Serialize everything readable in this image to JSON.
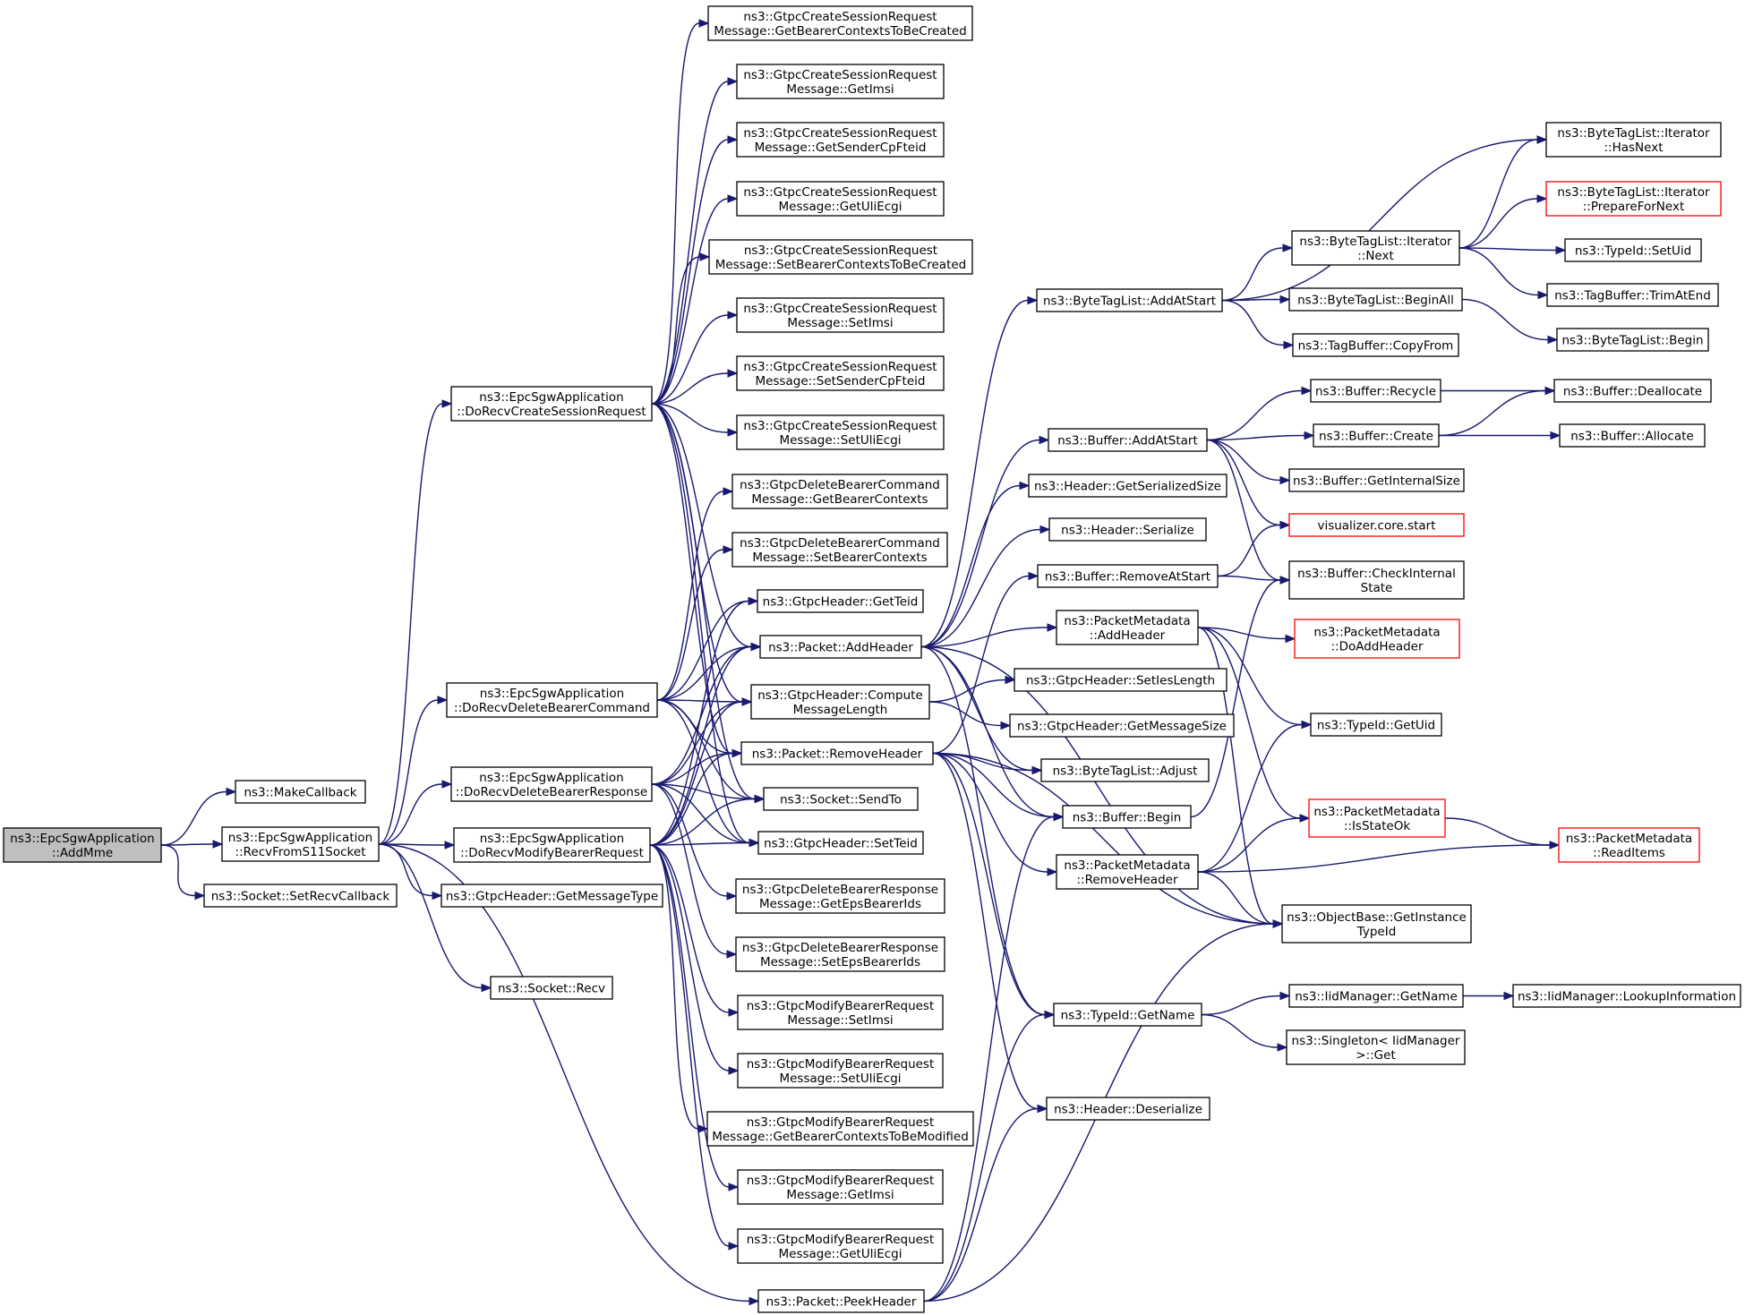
{
  "colors": {
    "edge": "#191970",
    "root_fill": "#bfbfbf",
    "truncated_border": "#ff0000"
  },
  "nodes": [
    {
      "id": "addmme",
      "lines": [
        "ns3::EpcSgwApplication",
        "::AddMme"
      ],
      "style": "root"
    },
    {
      "id": "makecallback",
      "lines": [
        "ns3::MakeCallback"
      ]
    },
    {
      "id": "recvfroms11",
      "lines": [
        "ns3::EpcSgwApplication",
        "::RecvFromS11Socket"
      ]
    },
    {
      "id": "setrecvcallback",
      "lines": [
        "ns3::Socket::SetRecvCallback"
      ]
    },
    {
      "id": "docreatesession",
      "lines": [
        "ns3::EpcSgwApplication",
        "::DoRecvCreateSessionRequest"
      ]
    },
    {
      "id": "dodeletecmd",
      "lines": [
        "ns3::EpcSgwApplication",
        "::DoRecvDeleteBearerCommand"
      ]
    },
    {
      "id": "dodeleteresp",
      "lines": [
        "ns3::EpcSgwApplication",
        "::DoRecvDeleteBearerResponse"
      ]
    },
    {
      "id": "domodify",
      "lines": [
        "ns3::EpcSgwApplication",
        "::DoRecvModifyBearerRequest"
      ]
    },
    {
      "id": "getmsgtype",
      "lines": [
        "ns3::GtpcHeader::GetMessageType"
      ]
    },
    {
      "id": "socketrecv",
      "lines": [
        "ns3::Socket::Recv"
      ]
    },
    {
      "id": "csr_getbctbc",
      "lines": [
        "ns3::GtpcCreateSessionRequest",
        "Message::GetBearerContextsToBeCreated"
      ]
    },
    {
      "id": "csr_getimsi",
      "lines": [
        "ns3::GtpcCreateSessionRequest",
        "Message::GetImsi"
      ]
    },
    {
      "id": "csr_getsender",
      "lines": [
        "ns3::GtpcCreateSessionRequest",
        "Message::GetSenderCpFteid"
      ]
    },
    {
      "id": "csr_getuli",
      "lines": [
        "ns3::GtpcCreateSessionRequest",
        "Message::GetUliEcgi"
      ]
    },
    {
      "id": "csr_setbctbc",
      "lines": [
        "ns3::GtpcCreateSessionRequest",
        "Message::SetBearerContextsToBeCreated"
      ]
    },
    {
      "id": "csr_setimsi",
      "lines": [
        "ns3::GtpcCreateSessionRequest",
        "Message::SetImsi"
      ]
    },
    {
      "id": "csr_setsender",
      "lines": [
        "ns3::GtpcCreateSessionRequest",
        "Message::SetSenderCpFteid"
      ]
    },
    {
      "id": "csr_setuli",
      "lines": [
        "ns3::GtpcCreateSessionRequest",
        "Message::SetUliEcgi"
      ]
    },
    {
      "id": "dbc_getbc",
      "lines": [
        "ns3::GtpcDeleteBearerCommand",
        "Message::GetBearerContexts"
      ]
    },
    {
      "id": "dbc_setbc",
      "lines": [
        "ns3::GtpcDeleteBearerCommand",
        "Message::SetBearerContexts"
      ]
    },
    {
      "id": "getteid",
      "lines": [
        "ns3::GtpcHeader::GetTeid"
      ]
    },
    {
      "id": "pkt_addheader",
      "lines": [
        "ns3::Packet::AddHeader"
      ]
    },
    {
      "id": "computemsglen",
      "lines": [
        "ns3::GtpcHeader::Compute",
        "MessageLength"
      ]
    },
    {
      "id": "pkt_removeheader",
      "lines": [
        "ns3::Packet::RemoveHeader"
      ]
    },
    {
      "id": "sendto",
      "lines": [
        "ns3::Socket::SendTo"
      ]
    },
    {
      "id": "setteid",
      "lines": [
        "ns3::GtpcHeader::SetTeid"
      ]
    },
    {
      "id": "dbr_getebi",
      "lines": [
        "ns3::GtpcDeleteBearerResponse",
        "Message::GetEpsBearerIds"
      ]
    },
    {
      "id": "dbr_setebi",
      "lines": [
        "ns3::GtpcDeleteBearerResponse",
        "Message::SetEpsBearerIds"
      ]
    },
    {
      "id": "mbr_setimsi",
      "lines": [
        "ns3::GtpcModifyBearerRequest",
        "Message::SetImsi"
      ]
    },
    {
      "id": "mbr_setuli",
      "lines": [
        "ns3::GtpcModifyBearerRequest",
        "Message::SetUliEcgi"
      ]
    },
    {
      "id": "mbr_getbctbm",
      "lines": [
        "ns3::GtpcModifyBearerRequest",
        "Message::GetBearerContextsToBeModified"
      ]
    },
    {
      "id": "mbr_getimsi",
      "lines": [
        "ns3::GtpcModifyBearerRequest",
        "Message::GetImsi"
      ]
    },
    {
      "id": "mbr_getuli",
      "lines": [
        "ns3::GtpcModifyBearerRequest",
        "Message::GetUliEcgi"
      ]
    },
    {
      "id": "pkt_peekheader",
      "lines": [
        "ns3::Packet::PeekHeader"
      ]
    },
    {
      "id": "btl_addatstart",
      "lines": [
        "ns3::ByteTagList::AddAtStart"
      ]
    },
    {
      "id": "buf_addatstart",
      "lines": [
        "ns3::Buffer::AddAtStart"
      ]
    },
    {
      "id": "hdr_getsersize",
      "lines": [
        "ns3::Header::GetSerializedSize"
      ]
    },
    {
      "id": "hdr_serialize",
      "lines": [
        "ns3::Header::Serialize"
      ]
    },
    {
      "id": "buf_removeatstart",
      "lines": [
        "ns3::Buffer::RemoveAtStart"
      ]
    },
    {
      "id": "pm_addheader",
      "lines": [
        "ns3::PacketMetadata",
        "::AddHeader"
      ]
    },
    {
      "id": "setieslength",
      "lines": [
        "ns3::GtpcHeader::SetIesLength"
      ]
    },
    {
      "id": "getmsgsize",
      "lines": [
        "ns3::GtpcHeader::GetMessageSize"
      ]
    },
    {
      "id": "btl_adjust",
      "lines": [
        "ns3::ByteTagList::Adjust"
      ]
    },
    {
      "id": "buf_begin",
      "lines": [
        "ns3::Buffer::Begin"
      ]
    },
    {
      "id": "pm_removeheader",
      "lines": [
        "ns3::PacketMetadata",
        "::RemoveHeader"
      ]
    },
    {
      "id": "typeid_getname",
      "lines": [
        "ns3::TypeId::GetName"
      ]
    },
    {
      "id": "hdr_deserialize",
      "lines": [
        "ns3::Header::Deserialize"
      ]
    },
    {
      "id": "btli_next",
      "lines": [
        "ns3::ByteTagList::Iterator",
        "::Next"
      ]
    },
    {
      "id": "btl_beginall",
      "lines": [
        "ns3::ByteTagList::BeginAll"
      ]
    },
    {
      "id": "tb_copyfrom",
      "lines": [
        "ns3::TagBuffer::CopyFrom"
      ]
    },
    {
      "id": "buf_recycle",
      "lines": [
        "ns3::Buffer::Recycle"
      ]
    },
    {
      "id": "buf_create",
      "lines": [
        "ns3::Buffer::Create"
      ]
    },
    {
      "id": "buf_getinternalsize",
      "lines": [
        "ns3::Buffer::GetInternalSize"
      ]
    },
    {
      "id": "viz_start",
      "lines": [
        "visualizer.core.start"
      ],
      "style": "truncated"
    },
    {
      "id": "buf_checkinternal",
      "lines": [
        "ns3::Buffer::CheckInternal",
        "State"
      ]
    },
    {
      "id": "pm_doaddheader",
      "lines": [
        "ns3::PacketMetadata",
        "::DoAddHeader"
      ],
      "style": "truncated"
    },
    {
      "id": "typeid_getuid",
      "lines": [
        "ns3::TypeId::GetUid"
      ]
    },
    {
      "id": "pm_isstateok",
      "lines": [
        "ns3::PacketMetadata",
        "::IsStateOk"
      ],
      "style": "truncated"
    },
    {
      "id": "ob_getinstancetypeid",
      "lines": [
        "ns3::ObjectBase::GetInstance",
        "TypeId"
      ]
    },
    {
      "id": "iid_getname",
      "lines": [
        "ns3::IidManager::GetName"
      ]
    },
    {
      "id": "singleton_get",
      "lines": [
        "ns3::Singleton< IidManager",
        ">::Get"
      ]
    },
    {
      "id": "btli_hasnext",
      "lines": [
        "ns3::ByteTagList::Iterator",
        "::HasNext"
      ]
    },
    {
      "id": "btli_preparefornext",
      "lines": [
        "ns3::ByteTagList::Iterator",
        "::PrepareForNext"
      ],
      "style": "truncated"
    },
    {
      "id": "typeid_setuid",
      "lines": [
        "ns3::TypeId::SetUid"
      ]
    },
    {
      "id": "tb_trimatend",
      "lines": [
        "ns3::TagBuffer::TrimAtEnd"
      ]
    },
    {
      "id": "btl_begin",
      "lines": [
        "ns3::ByteTagList::Begin"
      ]
    },
    {
      "id": "buf_deallocate",
      "lines": [
        "ns3::Buffer::Deallocate"
      ]
    },
    {
      "id": "buf_allocate",
      "lines": [
        "ns3::Buffer::Allocate"
      ]
    },
    {
      "id": "pm_readitems",
      "lines": [
        "ns3::PacketMetadata",
        "::ReadItems"
      ],
      "style": "truncated"
    },
    {
      "id": "iid_lookupinfo",
      "lines": [
        "ns3::IidManager::LookupInformation"
      ]
    }
  ],
  "edges": [
    [
      "addmme",
      "makecallback"
    ],
    [
      "addmme",
      "recvfroms11"
    ],
    [
      "addmme",
      "setrecvcallback"
    ],
    [
      "recvfroms11",
      "docreatesession"
    ],
    [
      "recvfroms11",
      "dodeletecmd"
    ],
    [
      "recvfroms11",
      "dodeleteresp"
    ],
    [
      "recvfroms11",
      "domodify"
    ],
    [
      "recvfroms11",
      "getmsgtype"
    ],
    [
      "recvfroms11",
      "socketrecv"
    ],
    [
      "recvfroms11",
      "pkt_peekheader"
    ],
    [
      "docreatesession",
      "csr_getbctbc"
    ],
    [
      "docreatesession",
      "csr_getimsi"
    ],
    [
      "docreatesession",
      "csr_getsender"
    ],
    [
      "docreatesession",
      "csr_getuli"
    ],
    [
      "docreatesession",
      "csr_setbctbc"
    ],
    [
      "docreatesession",
      "csr_setimsi"
    ],
    [
      "docreatesession",
      "csr_setsender"
    ],
    [
      "docreatesession",
      "csr_setuli"
    ],
    [
      "docreatesession",
      "pkt_addheader"
    ],
    [
      "docreatesession",
      "computemsglen"
    ],
    [
      "docreatesession",
      "pkt_removeheader"
    ],
    [
      "docreatesession",
      "sendto"
    ],
    [
      "docreatesession",
      "setteid"
    ],
    [
      "dodeletecmd",
      "dbc_getbc"
    ],
    [
      "dodeletecmd",
      "dbc_setbc"
    ],
    [
      "dodeletecmd",
      "getteid"
    ],
    [
      "dodeletecmd",
      "pkt_addheader"
    ],
    [
      "dodeletecmd",
      "computemsglen"
    ],
    [
      "dodeletecmd",
      "pkt_removeheader"
    ],
    [
      "dodeletecmd",
      "sendto"
    ],
    [
      "dodeletecmd",
      "setteid"
    ],
    [
      "dodeleteresp",
      "pkt_addheader"
    ],
    [
      "dodeleteresp",
      "computemsglen"
    ],
    [
      "dodeleteresp",
      "pkt_removeheader"
    ],
    [
      "dodeleteresp",
      "sendto"
    ],
    [
      "dodeleteresp",
      "setteid"
    ],
    [
      "dodeleteresp",
      "dbr_getebi"
    ],
    [
      "dodeleteresp",
      "dbr_setebi"
    ],
    [
      "domodify",
      "getteid"
    ],
    [
      "domodify",
      "pkt_addheader"
    ],
    [
      "domodify",
      "computemsglen"
    ],
    [
      "domodify",
      "pkt_removeheader"
    ],
    [
      "domodify",
      "sendto"
    ],
    [
      "domodify",
      "setteid"
    ],
    [
      "domodify",
      "mbr_setimsi"
    ],
    [
      "domodify",
      "mbr_setuli"
    ],
    [
      "domodify",
      "mbr_getbctbm"
    ],
    [
      "domodify",
      "mbr_getimsi"
    ],
    [
      "domodify",
      "mbr_getuli"
    ],
    [
      "pkt_addheader",
      "btl_addatstart"
    ],
    [
      "pkt_addheader",
      "buf_addatstart"
    ],
    [
      "pkt_addheader",
      "hdr_getsersize"
    ],
    [
      "pkt_addheader",
      "hdr_serialize"
    ],
    [
      "pkt_addheader",
      "pm_addheader"
    ],
    [
      "pkt_addheader",
      "btl_adjust"
    ],
    [
      "pkt_addheader",
      "buf_begin"
    ],
    [
      "pkt_addheader",
      "typeid_getname"
    ],
    [
      "pkt_addheader",
      "ob_getinstancetypeid"
    ],
    [
      "computemsglen",
      "setieslength"
    ],
    [
      "computemsglen",
      "getmsgsize"
    ],
    [
      "pkt_removeheader",
      "buf_removeatstart"
    ],
    [
      "pkt_removeheader",
      "btl_adjust"
    ],
    [
      "pkt_removeheader",
      "buf_begin"
    ],
    [
      "pkt_removeheader",
      "pm_removeheader"
    ],
    [
      "pkt_removeheader",
      "typeid_getname"
    ],
    [
      "pkt_removeheader",
      "hdr_deserialize"
    ],
    [
      "pkt_removeheader",
      "ob_getinstancetypeid"
    ],
    [
      "pkt_peekheader",
      "buf_begin"
    ],
    [
      "pkt_peekheader",
      "typeid_getname"
    ],
    [
      "pkt_peekheader",
      "hdr_deserialize"
    ],
    [
      "pkt_peekheader",
      "ob_getinstancetypeid"
    ],
    [
      "btl_addatstart",
      "btli_next"
    ],
    [
      "btl_addatstart",
      "btl_beginall"
    ],
    [
      "btl_addatstart",
      "tb_copyfrom"
    ],
    [
      "btl_addatstart",
      "btli_hasnext"
    ],
    [
      "buf_addatstart",
      "buf_recycle"
    ],
    [
      "buf_addatstart",
      "buf_create"
    ],
    [
      "buf_addatstart",
      "buf_getinternalsize"
    ],
    [
      "buf_addatstart",
      "viz_start"
    ],
    [
      "buf_addatstart",
      "buf_checkinternal"
    ],
    [
      "buf_removeatstart",
      "viz_start"
    ],
    [
      "buf_removeatstart",
      "buf_checkinternal"
    ],
    [
      "pm_addheader",
      "pm_doaddheader"
    ],
    [
      "pm_addheader",
      "typeid_getuid"
    ],
    [
      "pm_addheader",
      "pm_isstateok"
    ],
    [
      "pm_addheader",
      "ob_getinstancetypeid"
    ],
    [
      "buf_begin",
      "buf_checkinternal"
    ],
    [
      "pm_removeheader",
      "pm_isstateok"
    ],
    [
      "pm_removeheader",
      "typeid_getuid"
    ],
    [
      "pm_removeheader",
      "pm_readitems"
    ],
    [
      "pm_removeheader",
      "ob_getinstancetypeid"
    ],
    [
      "typeid_getname",
      "iid_getname"
    ],
    [
      "typeid_getname",
      "singleton_get"
    ],
    [
      "btli_next",
      "btli_hasnext"
    ],
    [
      "btli_next",
      "btli_preparefornext"
    ],
    [
      "btli_next",
      "typeid_setuid"
    ],
    [
      "btli_next",
      "tb_trimatend"
    ],
    [
      "btl_beginall",
      "btl_begin"
    ],
    [
      "buf_recycle",
      "buf_deallocate"
    ],
    [
      "buf_create",
      "buf_deallocate"
    ],
    [
      "buf_create",
      "buf_allocate"
    ],
    [
      "pm_isstateok",
      "pm_readitems"
    ],
    [
      "iid_getname",
      "iid_lookupinfo"
    ]
  ]
}
